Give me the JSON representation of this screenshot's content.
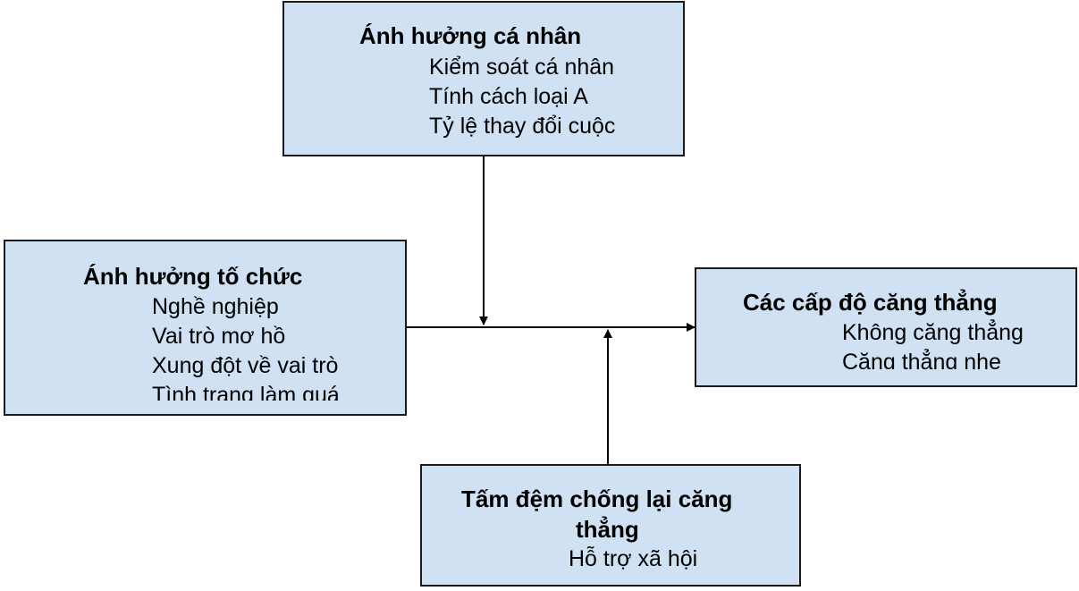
{
  "personal": {
    "title": "Ánh hưởng cá nhân",
    "items": [
      "Kiểm soát cá nhân",
      "Tính cách loại A",
      "Tỷ lệ thay đổi cuộc"
    ]
  },
  "organizational": {
    "title": "Ánh hưởng tố chức",
    "items": [
      "Nghề nghiệp",
      "Vai trò mơ hồ",
      "Xung đột về vai trò",
      "Tình trạng làm quá"
    ]
  },
  "stress_levels": {
    "title": "Các cấp độ căng thẳng",
    "items": [
      "Không căng thẳng",
      "Căng thẳng nhẹ"
    ]
  },
  "buffers": {
    "title_line1": "Tấm đệm chống lại căng",
    "title_line2": "thẳng",
    "items": [
      "Hỗ trợ xã hội"
    ]
  }
}
